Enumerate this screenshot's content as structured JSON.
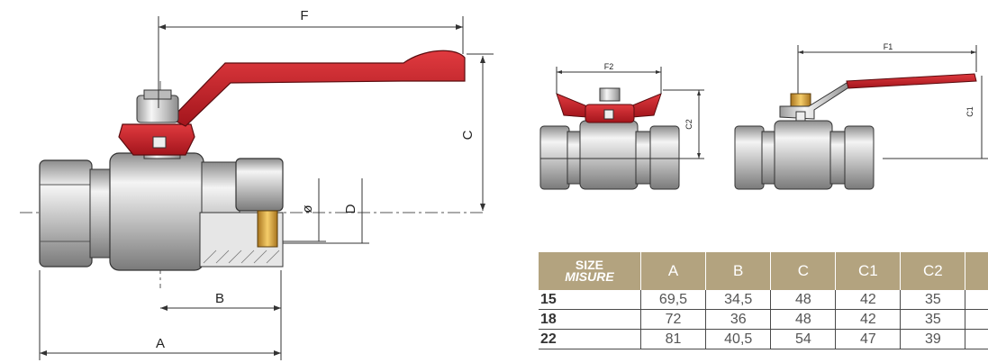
{
  "dimensions_main": {
    "F": "F",
    "C": "C",
    "phi": "ø",
    "D": "D",
    "B": "B",
    "A": "A"
  },
  "dimensions_butterfly": {
    "F2": "F2",
    "C2": "C2"
  },
  "dimensions_lever_small": {
    "F1": "F1",
    "C1": "C1"
  },
  "colors": {
    "handle_red": "#c8202a",
    "body_silver": "#c9c9c9",
    "brass": "#d9a441",
    "table_header": "#b3a37f"
  },
  "table": {
    "size_header": [
      "SIZE",
      "MISURE"
    ],
    "columns": [
      "A",
      "B",
      "C",
      "C1",
      "C2"
    ],
    "rows": [
      {
        "size": "15",
        "values": [
          "69,5",
          "34,5",
          "48",
          "42",
          "35"
        ]
      },
      {
        "size": "18",
        "values": [
          "72",
          "36",
          "48",
          "42",
          "35"
        ]
      },
      {
        "size": "22",
        "values": [
          "81",
          "40,5",
          "54",
          "47",
          "39"
        ]
      }
    ]
  }
}
